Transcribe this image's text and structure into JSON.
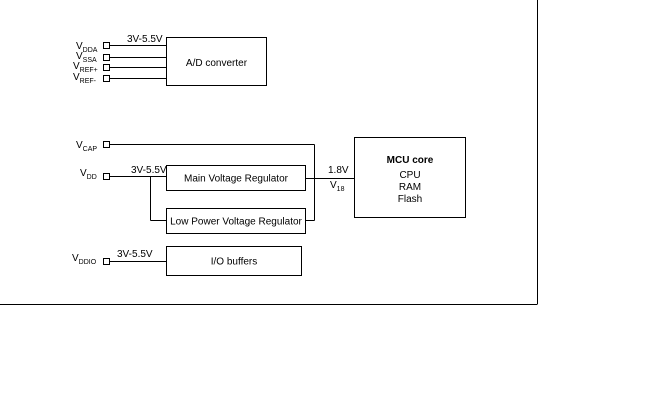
{
  "pins": {
    "vdda": {
      "main": "V",
      "sub": "DDA"
    },
    "vssa": {
      "main": "V",
      "sub": "SSA"
    },
    "vref_plus": {
      "main": "V",
      "sub": "REF+"
    },
    "vref_minus": {
      "main": "V",
      "sub": "REF-"
    },
    "vcap": {
      "main": "V",
      "sub": "CAP"
    },
    "vdd": {
      "main": "V",
      "sub": "DD"
    },
    "vddio": {
      "main": "V",
      "sub": "DDIO"
    }
  },
  "voltages": {
    "adc_supply": "3V-5.5V",
    "vdd_supply": "3V-5.5V",
    "vddio_supply": "3V-5.5V",
    "core_voltage": "1.8V"
  },
  "v18_label": {
    "main": "V",
    "sub": "18"
  },
  "blocks": {
    "adc": "A/D converter",
    "main_regulator": "Main Voltage Regulator",
    "low_power_regulator": "Low Power Voltage Regulator",
    "io_buffers": "I/O buffers",
    "mcu_core": {
      "title": "MCU core",
      "items": [
        "CPU",
        "RAM",
        "Flash"
      ]
    }
  }
}
